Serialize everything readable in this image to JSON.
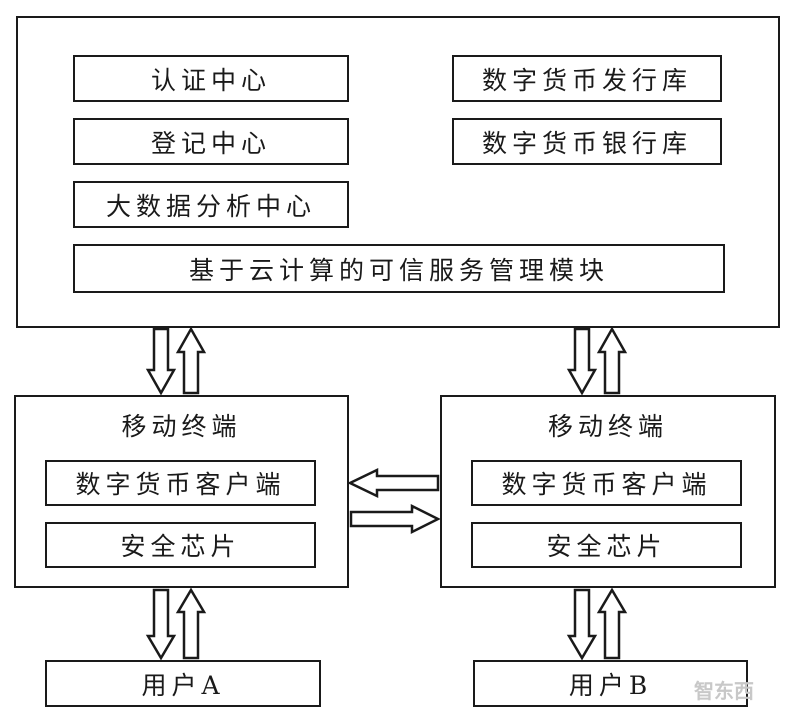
{
  "top_panel": {
    "modules_left": [
      "认证中心",
      "登记中心",
      "大数据分析中心"
    ],
    "modules_right": [
      "数字货币发行库",
      "数字货币银行库"
    ],
    "wide_module": "基于云计算的可信服务管理模块"
  },
  "terminal_a": {
    "title": "移动终端",
    "client": "数字货币客户端",
    "chip": "安全芯片",
    "user": "用户A"
  },
  "terminal_b": {
    "title": "移动终端",
    "client": "数字货币客户端",
    "chip": "安全芯片",
    "user": "用户B"
  },
  "watermark": "智东西"
}
